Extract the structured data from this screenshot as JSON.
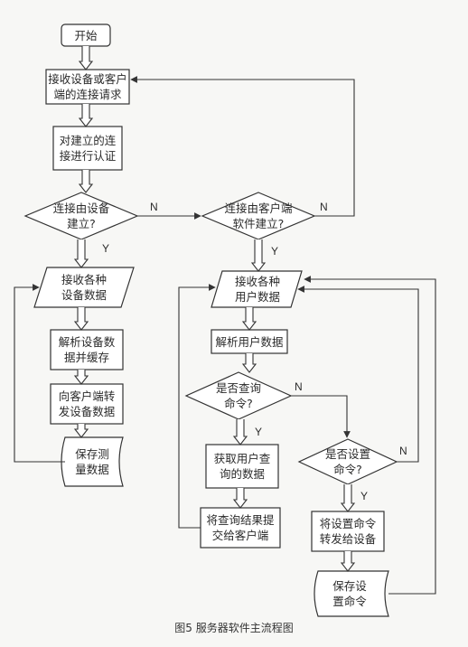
{
  "diagram": {
    "nodes": {
      "start": "开始",
      "recv_req": "接收设备或客户\n端的连接请求",
      "auth": "对建立的连\n接进行认证",
      "dec_device": "连接由设备\n建立?",
      "dec_client": "连接由客户端\n软件建立?",
      "recv_dev_data": "接收各种\n设备数据",
      "parse_cache": "解析设备数\n据并缓存",
      "forward": "向客户端转\n发设备数据",
      "save_meas": "保存测\n量数据",
      "recv_user_data": "接收各种\n用户数据",
      "parse_user": "解析用户数据",
      "dec_query": "是否查询\n命令?",
      "get_user_query": "获取用户查\n询的数据",
      "submit_result": "将查询结果提\n交给客户端",
      "dec_set": "是否设置\n命令?",
      "forward_set": "将设置命令\n转发给设备",
      "save_set": "保存设\n置命令"
    },
    "labels": {
      "yes": "Y",
      "no": "N"
    },
    "caption": "图5  服务器软件主流程图"
  }
}
